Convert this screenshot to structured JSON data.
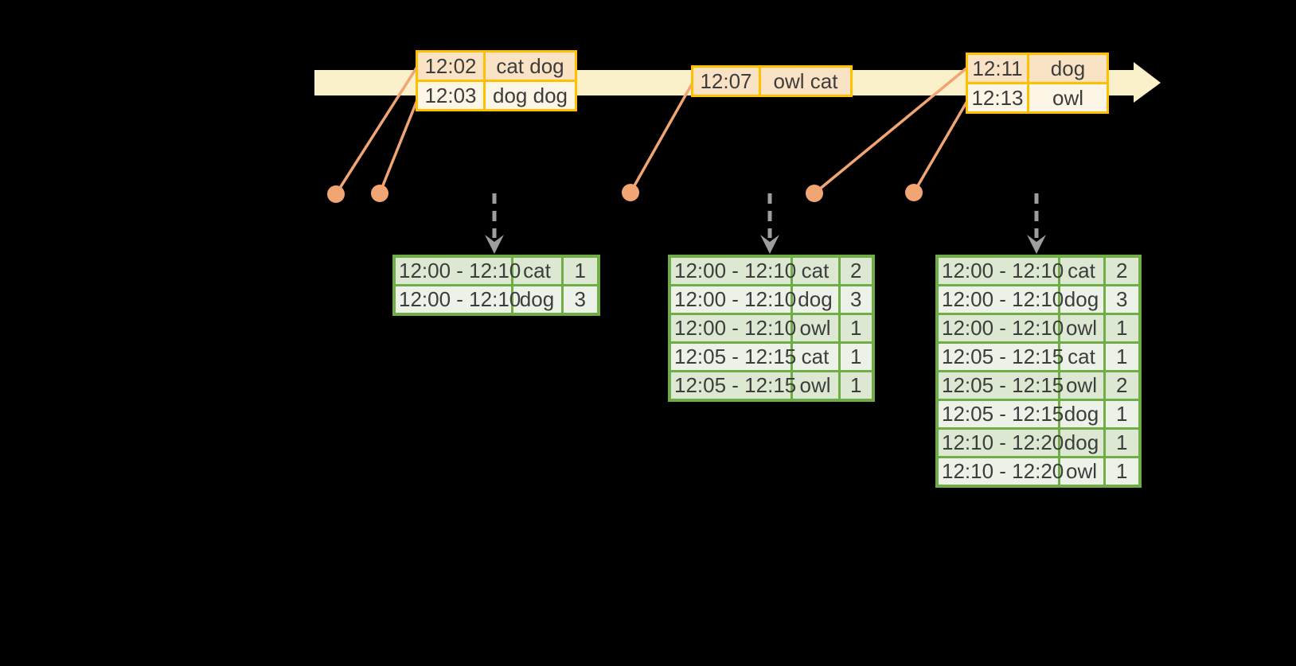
{
  "colors": {
    "background": "#000000",
    "timeline_band": "#faf0c9",
    "event_table_border": "#ffc000",
    "event_row_dark": "#fae3c5",
    "event_row_light": "#fdf5e6",
    "event_marker": "#f1a573",
    "trigger_arrow": "#9e9e9e",
    "result_table_border": "#70ad47",
    "result_row_dark": "#dde8d3",
    "result_row_light": "#edf2e8",
    "text": "#3d3d3d"
  },
  "event_tables": [
    {
      "rows": [
        {
          "time": "12:02",
          "words": "cat dog"
        },
        {
          "time": "12:03",
          "words": "dog dog"
        }
      ]
    },
    {
      "rows": [
        {
          "time": "12:07",
          "words": "owl cat"
        }
      ]
    },
    {
      "rows": [
        {
          "time": "12:11",
          "words": "dog"
        },
        {
          "time": "12:13",
          "words": "owl"
        }
      ]
    }
  ],
  "result_tables": [
    {
      "rows": [
        {
          "window": "12:00 - 12:10",
          "word": "cat",
          "count": "1"
        },
        {
          "window": "12:00 - 12:10",
          "word": "dog",
          "count": "3"
        }
      ]
    },
    {
      "rows": [
        {
          "window": "12:00 - 12:10",
          "word": "cat",
          "count": "2"
        },
        {
          "window": "12:00 - 12:10",
          "word": "dog",
          "count": "3"
        },
        {
          "window": "12:00 - 12:10",
          "word": "owl",
          "count": "1"
        },
        {
          "window": "12:05 - 12:15",
          "word": "cat",
          "count": "1"
        },
        {
          "window": "12:05 - 12:15",
          "word": "owl",
          "count": "1"
        }
      ]
    },
    {
      "rows": [
        {
          "window": "12:00 - 12:10",
          "word": "cat",
          "count": "2"
        },
        {
          "window": "12:00 - 12:10",
          "word": "dog",
          "count": "3"
        },
        {
          "window": "12:00 - 12:10",
          "word": "owl",
          "count": "1"
        },
        {
          "window": "12:05 - 12:15",
          "word": "cat",
          "count": "1"
        },
        {
          "window": "12:05 - 12:15",
          "word": "owl",
          "count": "2"
        },
        {
          "window": "12:05 - 12:15",
          "word": "dog",
          "count": "1"
        },
        {
          "window": "12:10 - 12:20",
          "word": "dog",
          "count": "1"
        },
        {
          "window": "12:10 - 12:20",
          "word": "owl",
          "count": "1"
        }
      ]
    }
  ]
}
